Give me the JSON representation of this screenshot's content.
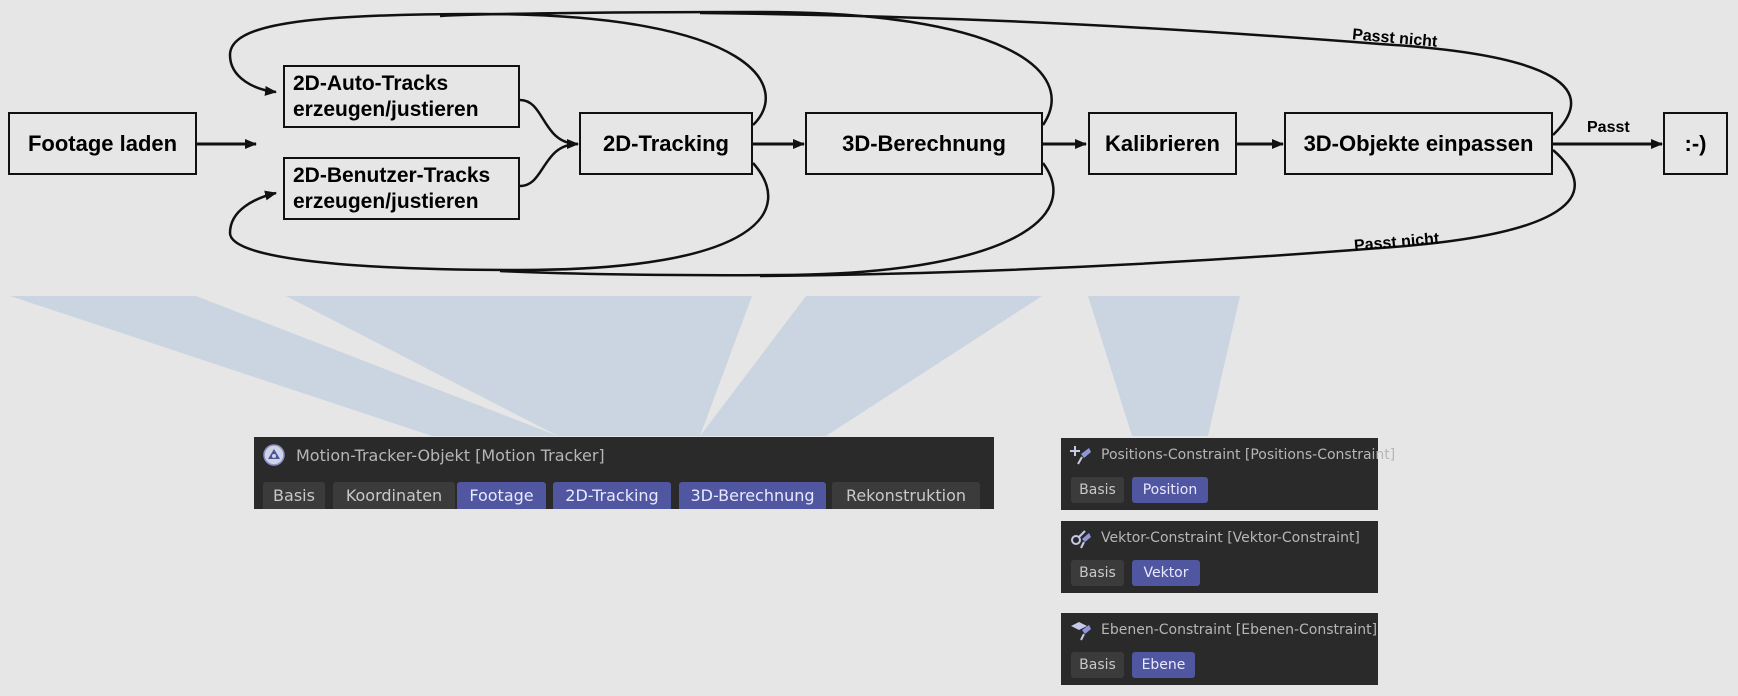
{
  "diagram": {
    "nodes": {
      "footage": "Footage laden",
      "auto_tracks": [
        "2D-Auto-Tracks",
        "erzeugen/justieren"
      ],
      "user_tracks": [
        "2D-Benutzer-Tracks",
        "erzeugen/justieren"
      ],
      "tracking": "2D-Tracking",
      "berechnung": "3D-Berechnung",
      "kalibrieren": "Kalibrieren",
      "einpassen": "3D-Objekte einpassen",
      "smiley": ":-)"
    },
    "edge_labels": {
      "passt": "Passt",
      "passt_nicht_top": "Passt nicht",
      "passt_nicht_bottom": "Passt nicht"
    },
    "colors": {
      "stroke": "#111111",
      "wedge": "#cbd5e1",
      "background": "#e6e6e6"
    }
  },
  "motion_tracker_panel": {
    "icon": "motion-tracker-icon",
    "title": "Motion-Tracker-Objekt [Motion Tracker]",
    "tabs": [
      {
        "label": "Basis",
        "active": false
      },
      {
        "label": "Koordinaten",
        "active": false
      },
      {
        "label": "Footage",
        "active": true
      },
      {
        "label": "2D-Tracking",
        "active": true
      },
      {
        "label": "3D-Berechnung",
        "active": true
      },
      {
        "label": "Rekonstruktion",
        "active": false
      }
    ]
  },
  "constraint_panels": [
    {
      "icon": "position-constraint-icon",
      "title": "Positions-Constraint [Positions-Constraint]",
      "tabs": [
        {
          "label": "Basis",
          "active": false
        },
        {
          "label": "Position",
          "active": true
        }
      ]
    },
    {
      "icon": "vector-constraint-icon",
      "title": "Vektor-Constraint [Vektor-Constraint]",
      "tabs": [
        {
          "label": "Basis",
          "active": false
        },
        {
          "label": "Vektor",
          "active": true
        }
      ]
    },
    {
      "icon": "plane-constraint-icon",
      "title": "Ebenen-Constraint [Ebenen-Constraint]",
      "tabs": [
        {
          "label": "Basis",
          "active": false
        },
        {
          "label": "Ebene",
          "active": true
        }
      ]
    }
  ],
  "ui_colors": {
    "panel_bg": "#2a2a2a",
    "tab_bg": "#3b3b3b",
    "tab_active": "#5057a0",
    "title_text": "#b6b6b6"
  }
}
